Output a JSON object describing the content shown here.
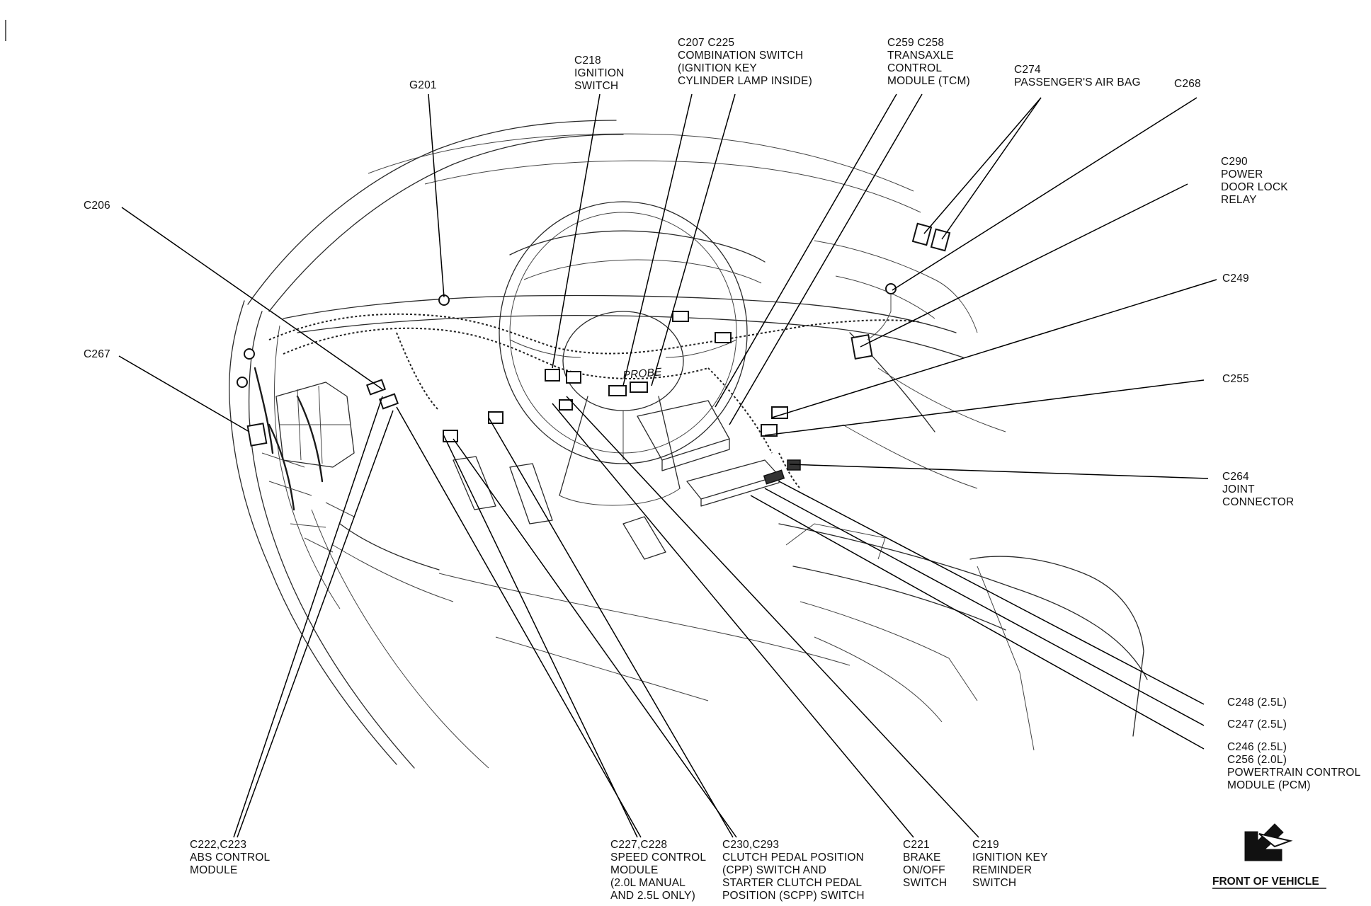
{
  "labels": {
    "g201": [
      "G201"
    ],
    "c218": [
      "C218",
      "IGNITION",
      "SWITCH"
    ],
    "c207": [
      "C207  C225",
      "COMBINATION SWITCH",
      "(IGNITION KEY",
      "CYLINDER LAMP INSIDE)"
    ],
    "c259": [
      "C259  C258",
      "TRANSAXLE",
      "CONTROL",
      "MODULE (TCM)"
    ],
    "c274": [
      "C274",
      "PASSENGER'S AIR BAG"
    ],
    "c268": [
      "C268"
    ],
    "c290": [
      "C290",
      "POWER",
      "DOOR LOCK",
      "RELAY"
    ],
    "c206": [
      "C206"
    ],
    "c249": [
      "C249"
    ],
    "c267": [
      "C267"
    ],
    "c255": [
      "C255"
    ],
    "c264": [
      "C264",
      "JOINT",
      "CONNECTOR"
    ],
    "c248": [
      "C248 (2.5L)"
    ],
    "c247": [
      "C247 (2.5L)"
    ],
    "c246": [
      "C246 (2.5L)",
      "C256 (2.0L)",
      "POWERTRAIN CONTROL",
      "MODULE (PCM)"
    ],
    "c222": [
      "C222,C223",
      "ABS CONTROL",
      "MODULE"
    ],
    "c227": [
      "C227,C228",
      "SPEED CONTROL",
      "MODULE",
      "(2.0L MANUAL",
      "AND 2.5L ONLY)"
    ],
    "c230": [
      "C230,C293",
      "CLUTCH PEDAL POSITION",
      "(CPP) SWITCH AND",
      "STARTER CLUTCH PEDAL",
      "POSITION (SCPP) SWITCH"
    ],
    "c221": [
      "C221",
      "BRAKE",
      "ON/OFF",
      "SWITCH"
    ],
    "c219": [
      "C219",
      "IGNITION KEY",
      "REMINDER",
      "SWITCH"
    ]
  },
  "front_of_vehicle": "FRONT OF VEHICLE",
  "dash_badge": "PROBE",
  "icons": {
    "front_arrow": "arrow-icon"
  }
}
